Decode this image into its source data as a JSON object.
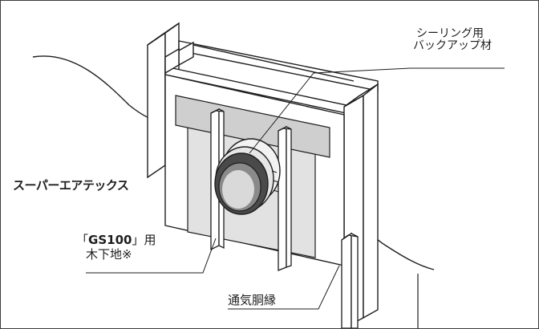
{
  "labels": {
    "sealing_line1": "シーリング用",
    "sealing_line2": "バックアップ材",
    "membrane": "スーパーエアテックス",
    "furring_bracket_open": "「",
    "furring_product": "GS100",
    "furring_bracket_close": "」用",
    "furring_line2": "木下地※",
    "vent_batten": "通気胴縁"
  },
  "colors": {
    "outline": "#1e1e1e",
    "panel_gray": "#e2e2e2",
    "band_gray": "#cfcfcf",
    "pipe_dark": "#4a4a4a"
  }
}
